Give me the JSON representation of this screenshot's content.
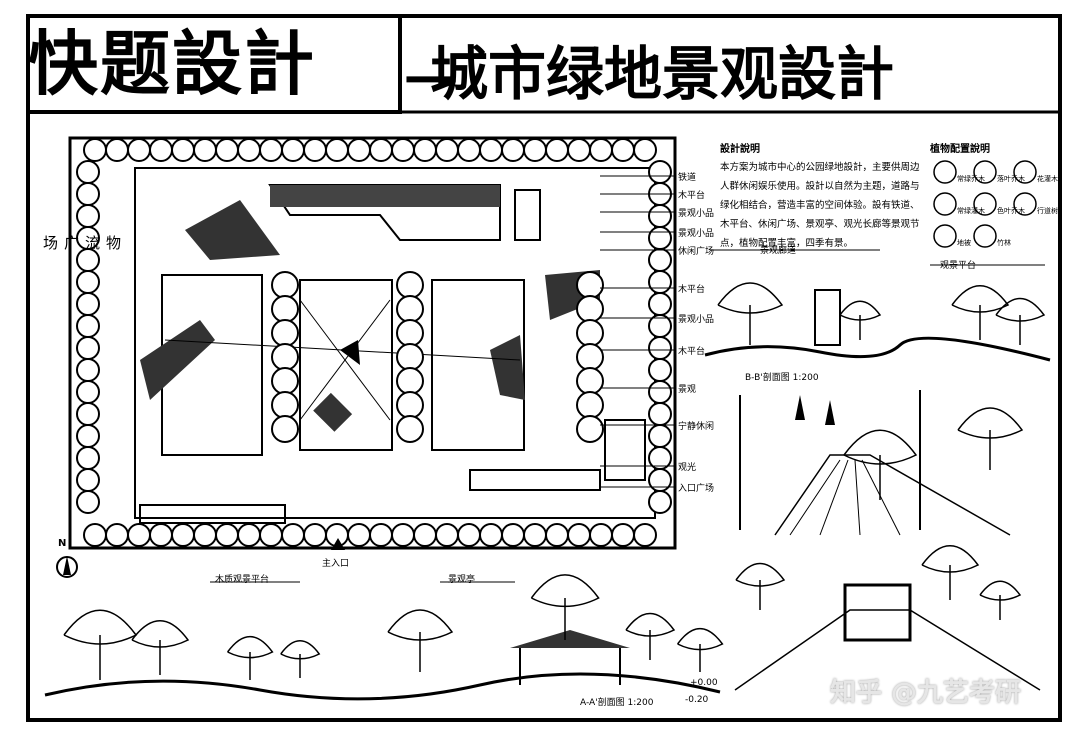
{
  "title": {
    "main": "快题設計",
    "dash": "一",
    "sub": "城市绿地景观設計"
  },
  "plan_side_label": "物\n流\n广\n场",
  "plan_labels": [
    "铁道",
    "木平台",
    "景观小品",
    "景观小品",
    "休闲广场",
    "木平台",
    "景观小品",
    "木平台",
    "景观",
    "宁静休闲",
    "观光",
    "入口广场"
  ],
  "north": "N",
  "entrance_label": "主入口",
  "sections": {
    "aa_title": "A-A'剖面图 1:200",
    "aa_labels": [
      "木质观景平台",
      "景观亭"
    ],
    "aa_values": [
      "+0.00",
      "-0.20"
    ],
    "bb_title": "B-B'剖面图 1:200",
    "bb_labels": [
      "景观廊道",
      "观景平台"
    ]
  },
  "notes": {
    "heading": "設計說明",
    "text": "本方案为城市中心的公园绿地設計，主要供周边人群休闲娱乐使用。設計以自然为主题，道路与绿化相结合，营造丰富的空间体验。設有铁道、木平台、休闲广场、景观亭、观光长廊等景观节点，植物配置丰富，四季有景。"
  },
  "legend": {
    "heading": "植物配置說明",
    "items": [
      "常绿乔木",
      "落叶乔木",
      "花灌木",
      "常绿灌木",
      "色叶乔木",
      "行道树",
      "地被",
      "竹林"
    ]
  },
  "watermark": "知乎 @九艺考研"
}
